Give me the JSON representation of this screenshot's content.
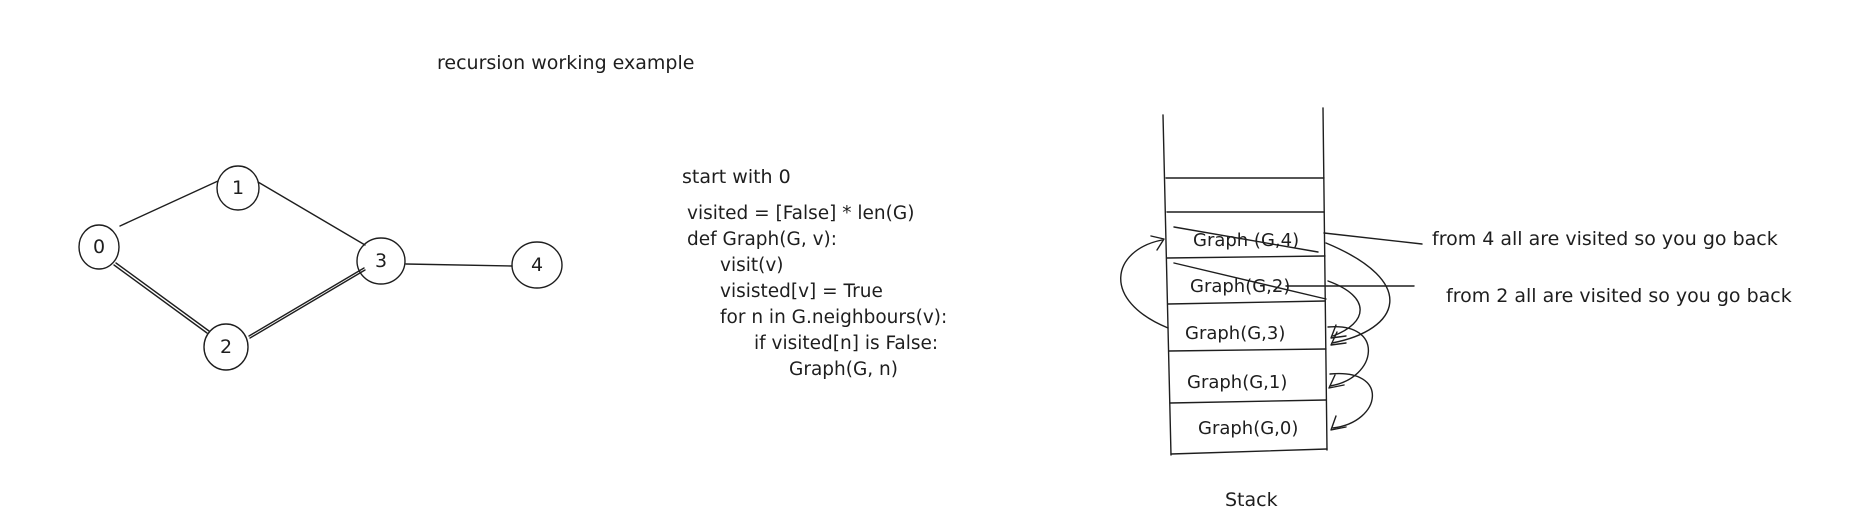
{
  "title": "recursion working example",
  "graph": {
    "nodes": [
      "0",
      "1",
      "2",
      "3",
      "4"
    ]
  },
  "code": {
    "start": "start with 0",
    "lines": [
      "visited = [False] * len(G)",
      "def Graph(G, v):",
      "visit(v)",
      "visisted[v] = True",
      "for n in G.neighbours(v):",
      "if visited[n] is False:",
      "Graph(G, n)"
    ]
  },
  "stack": {
    "label": "Stack",
    "frames": [
      "Graph (G,4)",
      "Graph(G,2)",
      "Graph(G,3)",
      "Graph(G,1)",
      "Graph(G,0)"
    ]
  },
  "notes": [
    "from 4 all are visited so you go back",
    "from 2 all are visited so you go back"
  ],
  "colors": {
    "stroke": "#1e1e1e",
    "background": "#ffffff"
  }
}
